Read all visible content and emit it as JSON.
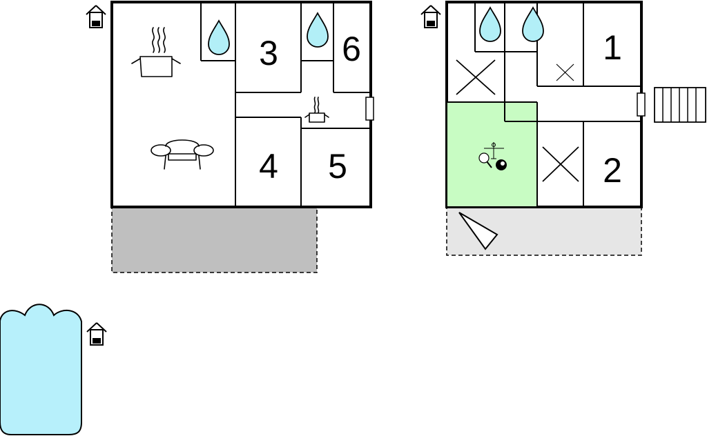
{
  "plan_left": {
    "room_numbers": [
      "3",
      "6",
      "4",
      "5"
    ],
    "terrace_color": "#bfbfbf"
  },
  "plan_right": {
    "room_numbers": [
      "1",
      "2"
    ],
    "game_room_color": "#c8fcc3",
    "terrace_color": "#e6e6e6"
  },
  "pool": {
    "color": "#b7f0fb"
  },
  "colors": {
    "water_drop": "#b2eff7",
    "wall": "#000000"
  },
  "icons": [
    "floor-icon",
    "bathroom-drop-icon",
    "kitchen-pot-icon",
    "sofa-icon",
    "bed-cross-icon",
    "table-tennis-icon",
    "billiards-ball-icon",
    "table-football-icon",
    "stairs-icon",
    "sunshade-icon",
    "door-icon"
  ]
}
